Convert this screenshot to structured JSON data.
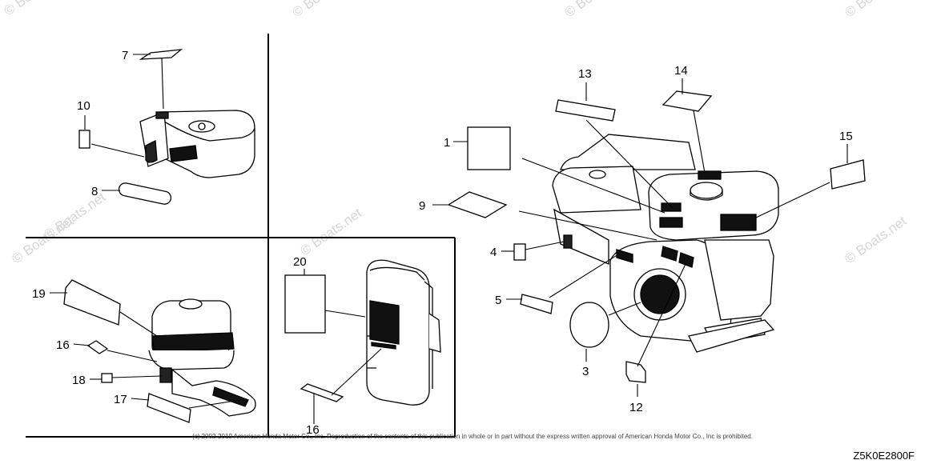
{
  "watermark": "© Boats.net",
  "callouts": {
    "n1": "1",
    "n3": "3",
    "n4": "4",
    "n5": "5",
    "n7": "7",
    "n8": "8",
    "n9": "9",
    "n10": "10",
    "n12": "12",
    "n13": "13",
    "n14": "14",
    "n15": "15",
    "n16a": "16",
    "n16b": "16",
    "n17": "17",
    "n18": "18",
    "n19": "19",
    "n20": "20"
  },
  "footer": {
    "copyright": "(c) 2002-2019 American Honda Motor Co., Inc. Reproduction of the contents of this publication in whole or in part without the express written approval of American Honda Motor Co., Inc is prohibited.",
    "diagram_code": "Z5K0E2800F"
  }
}
